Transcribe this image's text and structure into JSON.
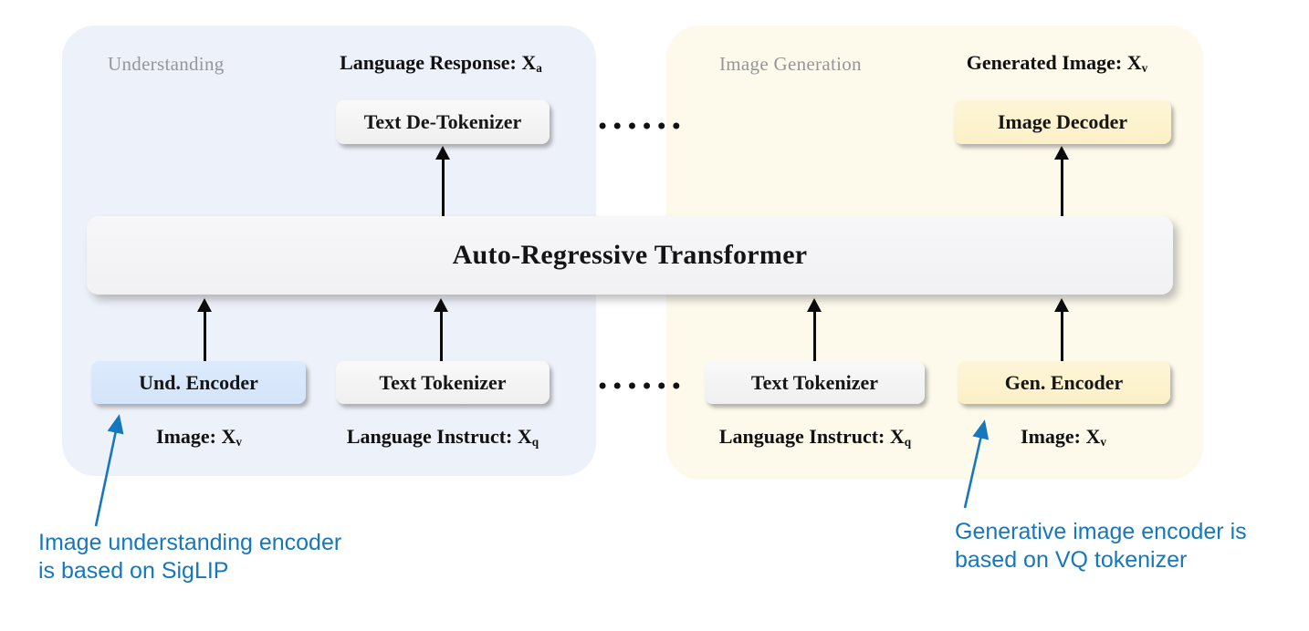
{
  "figure": {
    "type": "architecture-diagram",
    "title": "Decoupled multimodal understanding and generation architecture"
  },
  "colors": {
    "panel_understanding_bg": "#edf1f9",
    "panel_generation_bg": "#fdfaeb",
    "box_gray_bg": "#f4f4f4",
    "box_blue_bg": "#d8e8fb",
    "box_yellow_bg": "#fbf0c9",
    "transformer_bg": "#f4f4f6",
    "annotation_blue": "#1577bd",
    "arrow_black": "#0b0b0b",
    "panel_title_gray": "#96969a"
  },
  "panels": {
    "understanding": {
      "title": "Understanding"
    },
    "image_generation": {
      "title": "Image Generation"
    }
  },
  "io_labels": {
    "language_response": {
      "main": "Language Response: X",
      "sub": "a"
    },
    "generated_image": {
      "main": "Generated Image: X",
      "sub": "v"
    },
    "image_und": {
      "main": "Image: X",
      "sub": "v"
    },
    "language_instruct_und": {
      "main": "Language Instruct: X",
      "sub": "q"
    },
    "language_instruct_gen": {
      "main": "Language Instruct: X",
      "sub": "q"
    },
    "image_gen": {
      "main": "Image: X",
      "sub": "v"
    }
  },
  "boxes": {
    "text_detokenizer": "Text De-Tokenizer",
    "image_decoder": "Image Decoder",
    "transformer": "Auto-Regressive Transformer",
    "und_encoder": "Und. Encoder",
    "text_tokenizer_und": "Text Tokenizer",
    "text_tokenizer_gen": "Text Tokenizer",
    "gen_encoder": "Gen. Encoder"
  },
  "ellipsis": {
    "top": "••••••",
    "bottom": "••••••"
  },
  "annotations": {
    "siglip": {
      "line1": "Image understanding encoder",
      "line2": "is based on SigLIP"
    },
    "vq": {
      "line1": "Generative image encoder is",
      "line2": "based on VQ tokenizer"
    }
  }
}
